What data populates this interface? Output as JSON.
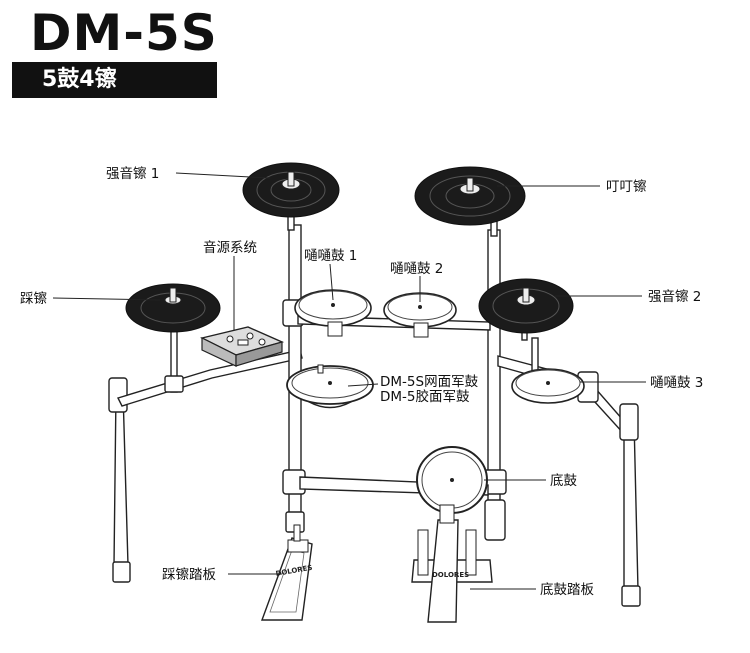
{
  "header": {
    "title": "DM-5S",
    "subtitle": "5鼓4镲"
  },
  "labels": {
    "crash1": "强音镲 1",
    "ride": "叮叮镲",
    "module": "音源系统",
    "tom1": "嗵嗵鼓 1",
    "tom2": "嗵嗵鼓 2",
    "hihat": "踩镲",
    "crash2": "强音镲 2",
    "snare_line1": "DM-5S网面军鼓",
    "snare_line2": "DM-5胶面军鼓",
    "tom3": "嗵嗵鼓 3",
    "kick": "底鼓",
    "hihat_pedal": "踩镲踏板",
    "kick_pedal": "底鼓踏板",
    "pedal_brand": "DOLORES"
  },
  "colors": {
    "cymbal": "#1b1b1b",
    "frame": "#ffffff",
    "outline": "#222222"
  }
}
